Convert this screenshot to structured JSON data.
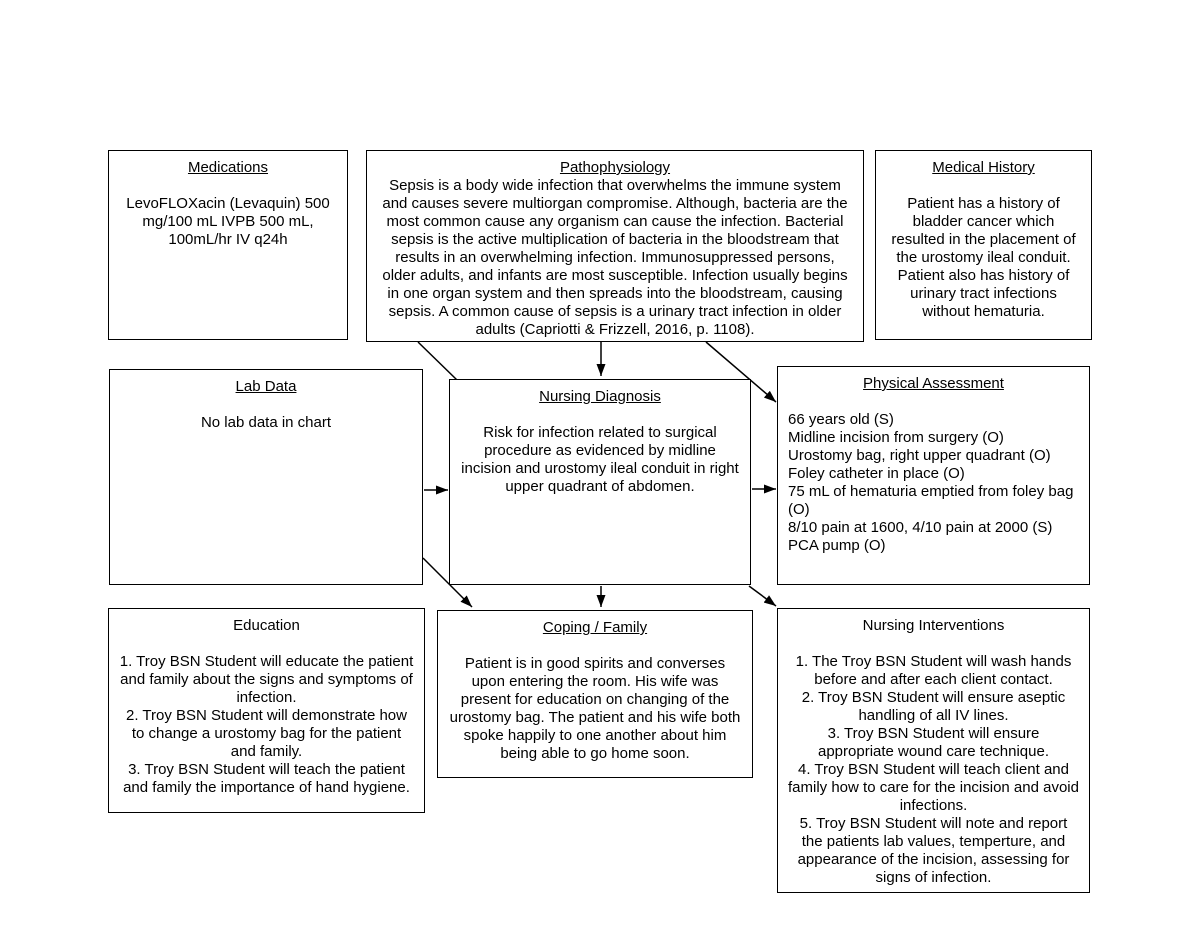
{
  "diagram": {
    "colors": {
      "border": "#000000",
      "background": "#ffffff",
      "text": "#000000"
    },
    "boxes": {
      "medications": {
        "title": "Medications",
        "body": "LevoFLOXacin (Levaquin) 500 mg/100 mL IVPB 500 mL, 100mL/hr IV q24h"
      },
      "pathophysiology": {
        "title": "Pathophysiology",
        "body": "Sepsis is a body wide infection that overwhelms the immune system and causes severe multiorgan compromise. Although, bacteria are the most common cause any organism can cause the infection. Bacterial sepsis is the active multiplication of bacteria in the bloodstream that results in an overwhelming infection. Immunosuppressed persons, older adults, and infants are most susceptible. Infection usually begins in one organ system and then spreads into the bloodstream, causing sepsis. A common cause of sepsis is a urinary tract infection in older adults (Capriotti & Frizzell, 2016, p. 1108)."
      },
      "medical_history": {
        "title": "Medical History",
        "body": "Patient has a history of bladder cancer which resulted in the placement of the urostomy ileal conduit. Patient also has history of urinary tract infections without hematuria."
      },
      "lab_data": {
        "title": "Lab Data",
        "body": "No lab data in chart"
      },
      "nursing_diagnosis": {
        "title": "Nursing Diagnosis",
        "body": "Risk for infection related to surgical procedure as evidenced by midline incision and urostomy ileal conduit in right upper quadrant of abdomen."
      },
      "physical_assessment": {
        "title": "Physical Assessment",
        "body": "66 years old (S)\nMidline incision from surgery (O)\nUrostomy bag, right upper quadrant (O)\nFoley catheter in place (O)\n75 mL of hematuria emptied from foley bag (O)\n8/10 pain at 1600, 4/10 pain at 2000 (S)\nPCA pump (O)"
      },
      "education": {
        "title": "Education",
        "body": "1. Troy BSN Student will educate the patient and family about the signs and symptoms of infection.\n2. Troy BSN Student will demonstrate how to change a urostomy bag for the patient and family.\n3. Troy BSN Student will teach the patient and family the importance of hand hygiene."
      },
      "coping_family": {
        "title": "Coping / Family",
        "body": "Patient is in good spirits and converses upon entering the room. His wife was present for education on changing of the urostomy bag. The patient and his wife both spoke happily to one another about him being able to go home soon."
      },
      "nursing_interventions": {
        "title": "Nursing Interventions",
        "body": "1. The Troy BSN Student will wash hands before and after each client contact.\n2. Troy BSN Student will ensure aseptic handling of all IV lines.\n3. Troy BSN Student will ensure appropriate wound care technique.\n4. Troy BSN Student will teach client and family how to care for the incision and avoid infections.\n5. Troy BSN Student will note and report the patients lab values, temperture, and appearance of the incision, assessing for signs of infection."
      }
    },
    "connections": [
      {
        "from": "Pathophysiology",
        "to": "Nursing Diagnosis",
        "style": "plain-diagonal"
      },
      {
        "from": "Pathophysiology",
        "to": "Nursing Diagnosis",
        "style": "arrow-vertical"
      },
      {
        "from": "Pathophysiology",
        "to": "Physical Assessment",
        "style": "arrow-diagonal"
      },
      {
        "from": "Lab Data",
        "to": "Nursing Diagnosis",
        "style": "arrow-horizontal"
      },
      {
        "from": "Nursing Diagnosis",
        "to": "Physical Assessment",
        "style": "arrow-horizontal"
      },
      {
        "from": "Lab Data",
        "to": "Coping / Family",
        "style": "arrow-diagonal"
      },
      {
        "from": "Nursing Diagnosis",
        "to": "Coping / Family",
        "style": "arrow-vertical"
      },
      {
        "from": "Nursing Diagnosis",
        "to": "Nursing Interventions",
        "style": "arrow-diagonal"
      }
    ]
  }
}
